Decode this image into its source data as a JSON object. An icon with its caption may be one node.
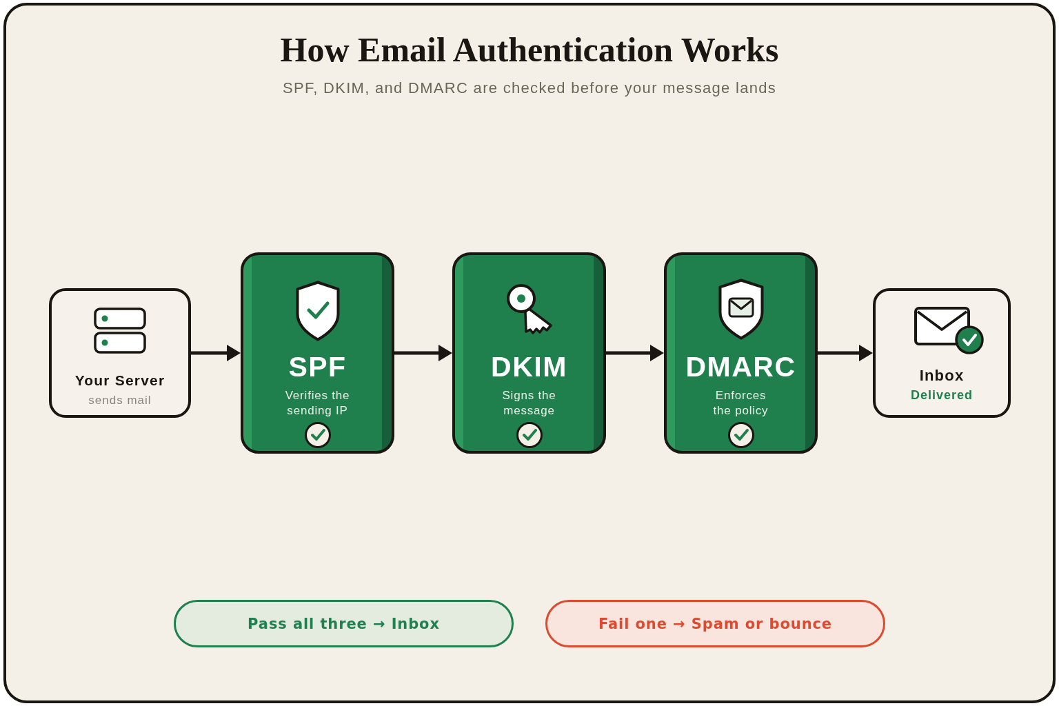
{
  "diagram": {
    "title": "How Email Authentication Works",
    "nodes": [
      {
        "text": [
          "Your Server",
          "sends mail"
        ]
      },
      {
        "text": [
          "SPF",
          "Verifies the sending IP"
        ]
      },
      {
        "text": [
          "DKIM",
          "Signs the message"
        ]
      },
      {
        "text": [
          "DMARC",
          "Enforces the policy"
        ]
      },
      {
        "text": [
          "Inbox",
          "Delivered"
        ]
      },
      {
        "text": [
          "Pass all three → Inbox"
        ]
      },
      {
        "text": [
          "Fail one → Spam or bounce"
        ]
      }
    ],
    "edges": [
      {
        "from": 0,
        "to": 1,
        "arrow": "to"
      },
      {
        "from": 1,
        "to": 2,
        "arrow": "to"
      },
      {
        "from": 2,
        "to": 3,
        "arrow": "to"
      },
      {
        "from": 3,
        "to": 4,
        "arrow": "to"
      }
    ],
    "labels": [
      "SPF, DKIM, and DMARC are checked before your message lands"
    ]
  }
}
